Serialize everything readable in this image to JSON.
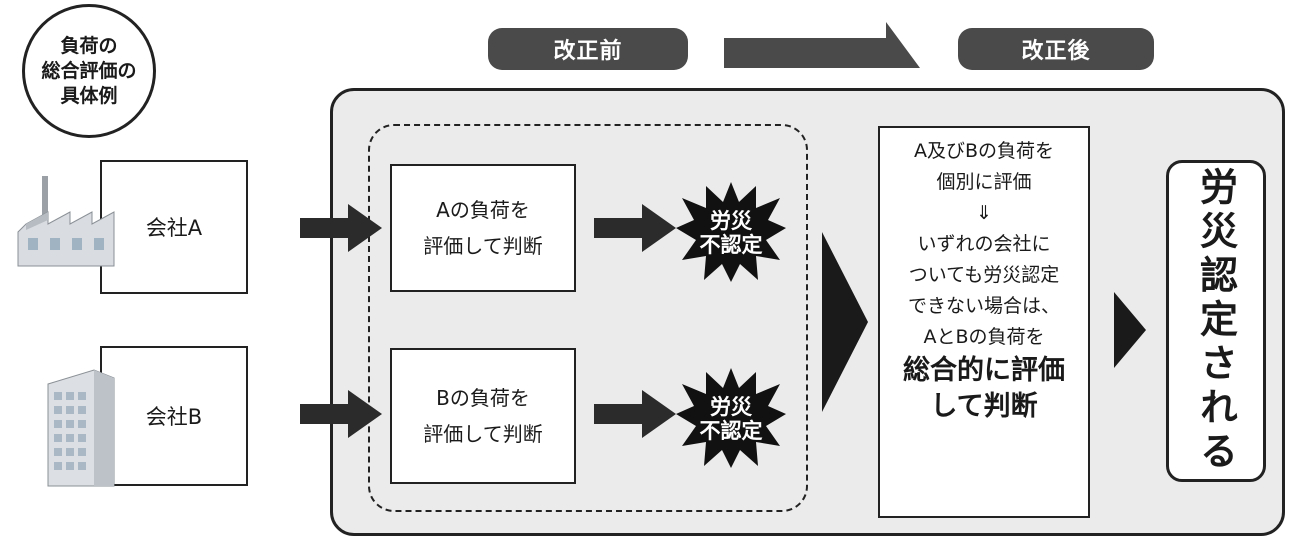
{
  "bubble": {
    "lines": [
      "負荷の",
      "総合評価の",
      "具体例"
    ]
  },
  "header": {
    "before_label": "改正前",
    "after_label": "改正後"
  },
  "companies": [
    {
      "label": "会社A",
      "icon": "factory-icon"
    },
    {
      "label": "会社B",
      "icon": "office-building-icon"
    }
  ],
  "before": {
    "evaluations": [
      {
        "line1": "Aの負荷を",
        "line2": "評価して判断"
      },
      {
        "line1": "Bの負荷を",
        "line2": "評価して判断"
      }
    ],
    "outcome": {
      "line1": "労災",
      "line2": "不認定"
    }
  },
  "after": {
    "lines": [
      "A及びBの負荷を",
      "個別に評価",
      "⇓",
      "いずれの会社に",
      "ついても労災認定",
      "できない場合は、",
      "AとBの負荷を"
    ],
    "bold_lines": [
      "総合的に評価",
      "して判断"
    ]
  },
  "result": {
    "label": "労災認定される"
  },
  "colors": {
    "pill": "#4a4a4a",
    "panel": "#ebebeb",
    "outline": "#222222"
  }
}
